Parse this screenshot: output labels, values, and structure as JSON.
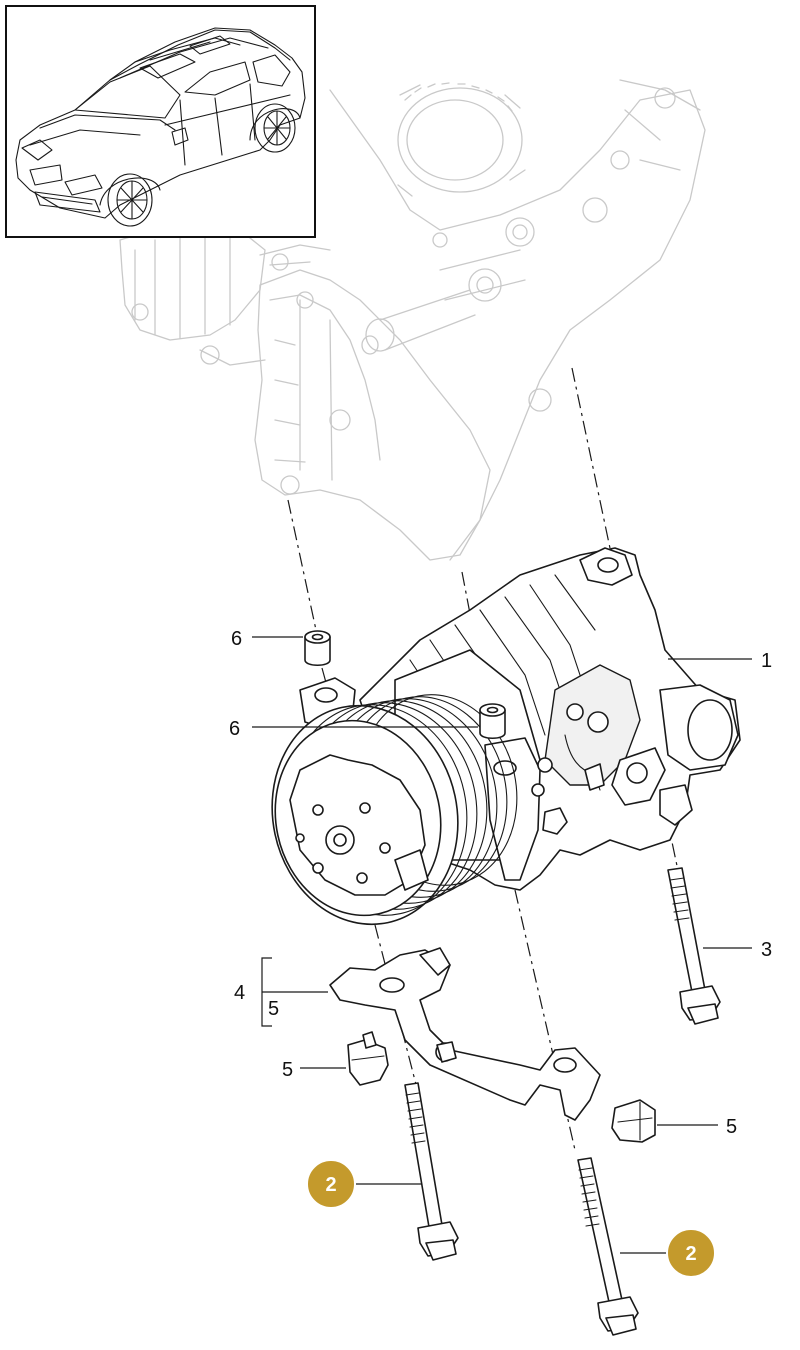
{
  "callouts": [
    {
      "id": "1",
      "text": "1",
      "highlight": false
    },
    {
      "id": "2a",
      "text": "2",
      "highlight": true
    },
    {
      "id": "2b",
      "text": "2",
      "highlight": true
    },
    {
      "id": "3",
      "text": "3",
      "highlight": false
    },
    {
      "id": "4",
      "text": "4",
      "highlight": false
    },
    {
      "id": "5a",
      "text": "5",
      "highlight": false
    },
    {
      "id": "5b",
      "text": "5",
      "highlight": false
    },
    {
      "id": "5c",
      "text": "5",
      "highlight": false
    },
    {
      "id": "6a",
      "text": "6",
      "highlight": false
    },
    {
      "id": "6b",
      "text": "6",
      "highlight": false
    }
  ],
  "colors": {
    "badge_fill": "#c49a2c",
    "badge_stroke": "#ffffff",
    "ghost_stroke": "#c9c9c9",
    "line": "#1a1a1a"
  },
  "inset": {
    "icon": "suv-vehicle-icon"
  }
}
